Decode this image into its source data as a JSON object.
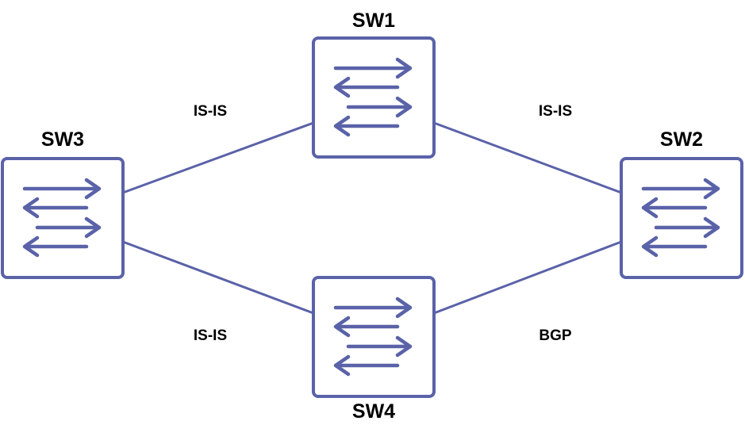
{
  "colors": {
    "device_stroke": "#5a62a8",
    "link_stroke": "#5a62a8",
    "label_text": "#000000"
  },
  "switches": [
    {
      "id": "sw1",
      "name": "SW1",
      "icon": "switch-icon"
    },
    {
      "id": "sw2",
      "name": "SW2",
      "icon": "switch-icon"
    },
    {
      "id": "sw3",
      "name": "SW3",
      "icon": "switch-icon"
    },
    {
      "id": "sw4",
      "name": "SW4",
      "icon": "switch-icon"
    }
  ],
  "links": [
    {
      "from": "SW3",
      "to": "SW1",
      "protocol": "IS-IS"
    },
    {
      "from": "SW1",
      "to": "SW2",
      "protocol": "IS-IS"
    },
    {
      "from": "SW3",
      "to": "SW4",
      "protocol": "IS-IS"
    },
    {
      "from": "SW4",
      "to": "SW2",
      "protocol": "BGP"
    }
  ]
}
